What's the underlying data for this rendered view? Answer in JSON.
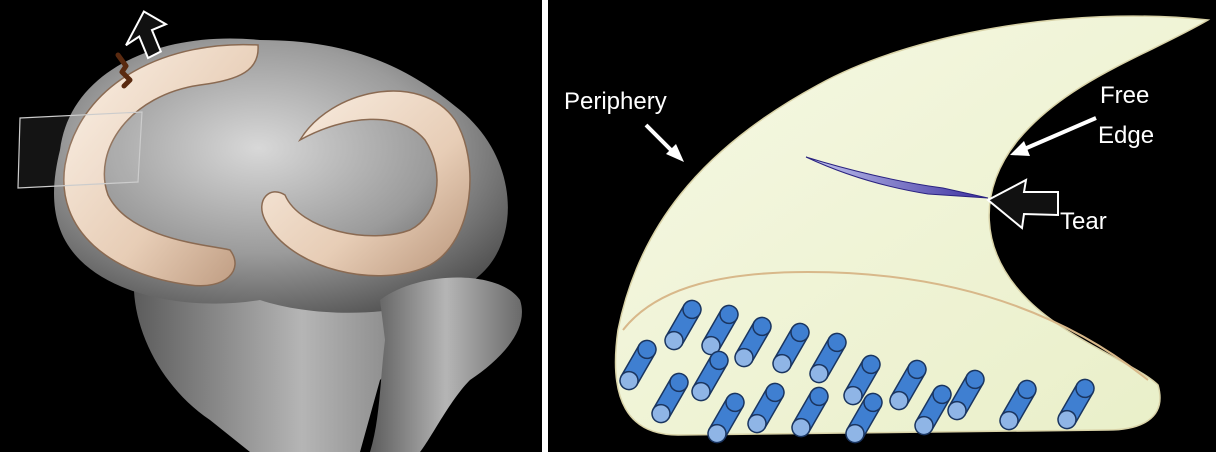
{
  "figure": {
    "labels": {
      "periphery": "Periphery",
      "free_edge_line1": "Free",
      "free_edge_line2": "Edge",
      "tear": "Tear"
    },
    "colors": {
      "background": "#000000",
      "meniscus_fill": "#f1f5d6",
      "fiber_blue": "#3f7fd1",
      "fiber_end": "#8fb5e6",
      "tear_color": "#6a5acd",
      "bone": "#9a9a9a",
      "cartilage": "#e8d8c8"
    },
    "icons": [
      "arrow-icon",
      "fiber-bundle-icon"
    ]
  }
}
